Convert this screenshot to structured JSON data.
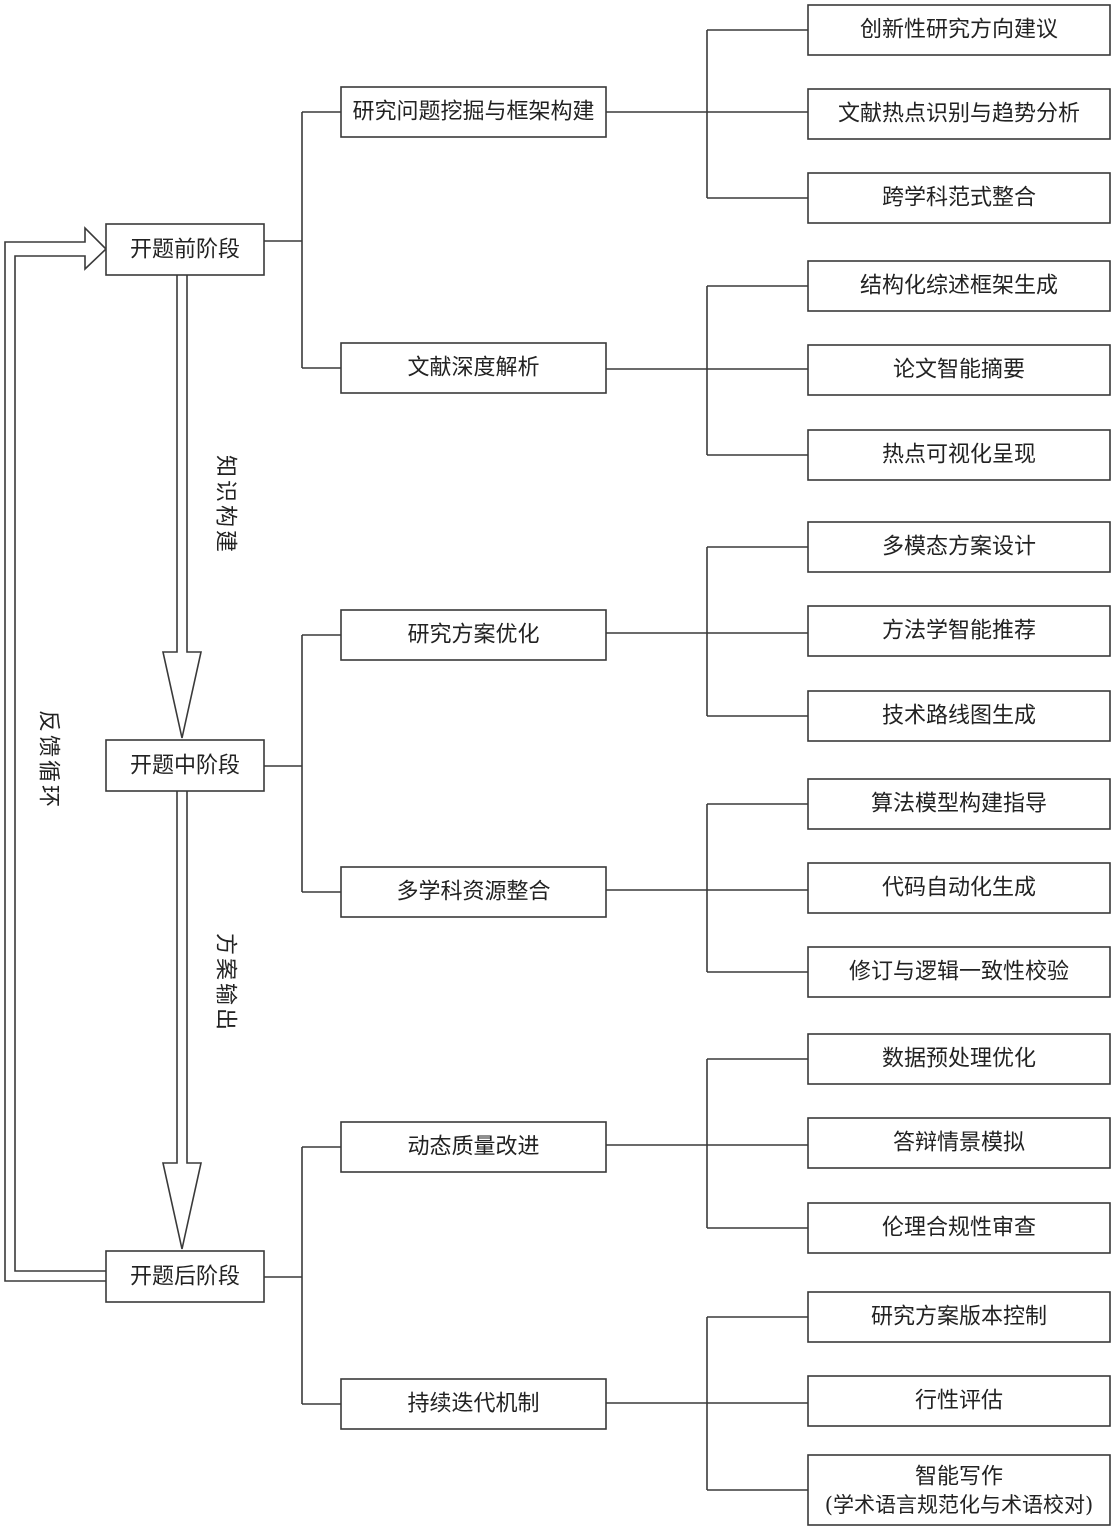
{
  "stages": [
    {
      "label": "开题前阶段",
      "branches": [
        {
          "label": "研究问题挖掘与框架构建",
          "items": [
            {
              "text": "创新性研究方向建议"
            },
            {
              "text": "文献热点识别与趋势分析"
            },
            {
              "text": "跨学科范式整合"
            }
          ]
        },
        {
          "label": "文献深度解析",
          "items": [
            {
              "text": "结构化综述框架生成"
            },
            {
              "text": "论文智能摘要"
            },
            {
              "text": "热点可视化呈现"
            }
          ]
        }
      ]
    },
    {
      "label": "开题中阶段",
      "branches": [
        {
          "label": "研究方案优化",
          "items": [
            {
              "text": "多模态方案设计"
            },
            {
              "text": "方法学智能推荐"
            },
            {
              "text": "技术路线图生成"
            }
          ]
        },
        {
          "label": "多学科资源整合",
          "items": [
            {
              "text": "算法模型构建指导"
            },
            {
              "text": "代码自动化生成"
            },
            {
              "text": "修订与逻辑一致性校验"
            }
          ]
        }
      ]
    },
    {
      "label": "开题后阶段",
      "branches": [
        {
          "label": "动态质量改进",
          "items": [
            {
              "text": "数据预处理优化"
            },
            {
              "text": "答辩情景模拟"
            },
            {
              "text": "伦理合规性审查"
            }
          ]
        },
        {
          "label": "持续迭代机制",
          "items": [
            {
              "text": "研究方案版本控制"
            },
            {
              "text": "行性评估"
            },
            {
              "text": "智能写作",
              "detail": "(学术语言规范化与术语校对)"
            }
          ]
        }
      ]
    }
  ],
  "flows": {
    "pre_to_mid": "知识构建",
    "mid_to_post": "方案输出",
    "feedback": "反馈循环"
  }
}
